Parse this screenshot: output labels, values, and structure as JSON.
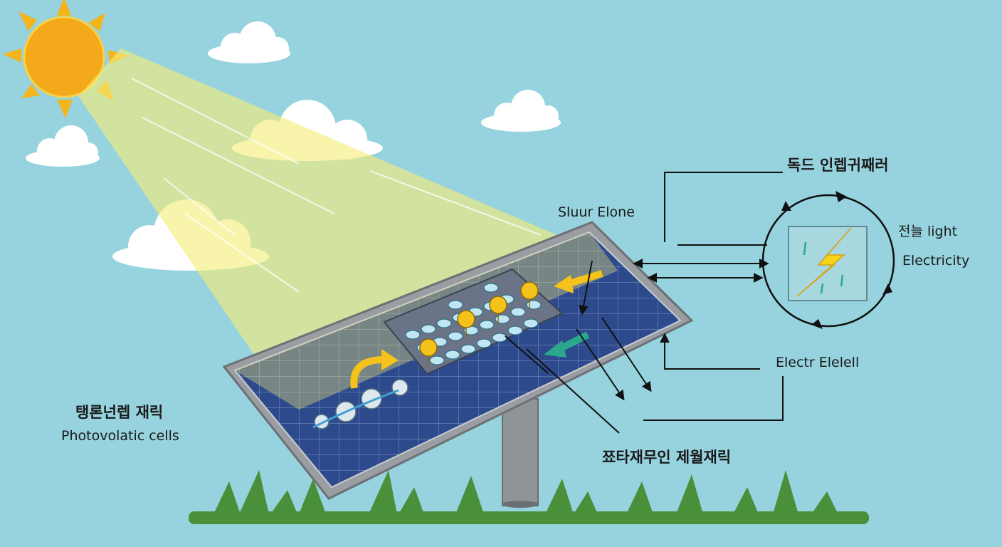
{
  "labels": {
    "top_right_ko": "독드 인렙귀째러",
    "sun_stone": "Sluur Elone",
    "light_ko": "전늘 light",
    "electricity": "Electricity",
    "electr_elelell": "Electr Elelell",
    "bottom_center_ko": "쬬타재무인 제월재릭",
    "left_ko": "탱론넌렙 재릭",
    "photovoltaic_cells": "Photovolatic cells"
  },
  "colors": {
    "sky": "#96d3de",
    "sun": "#f3a91a",
    "sun_rays": "#f4b41b",
    "light_beam": "#f6ee78",
    "panel_cells": "#2d4a8c",
    "panel_frame": "#9a9da2",
    "grass": "#4a8f3a",
    "arrow_yellow": "#f5c21b",
    "arrow_teal": "#2ba88c",
    "lightning": "#f7d21a"
  },
  "icons": {
    "sun": "sun-icon",
    "cloud": "cloud-icon",
    "lightning": "lightning-bolt-icon",
    "cycle": "cycle-arrows-icon"
  }
}
